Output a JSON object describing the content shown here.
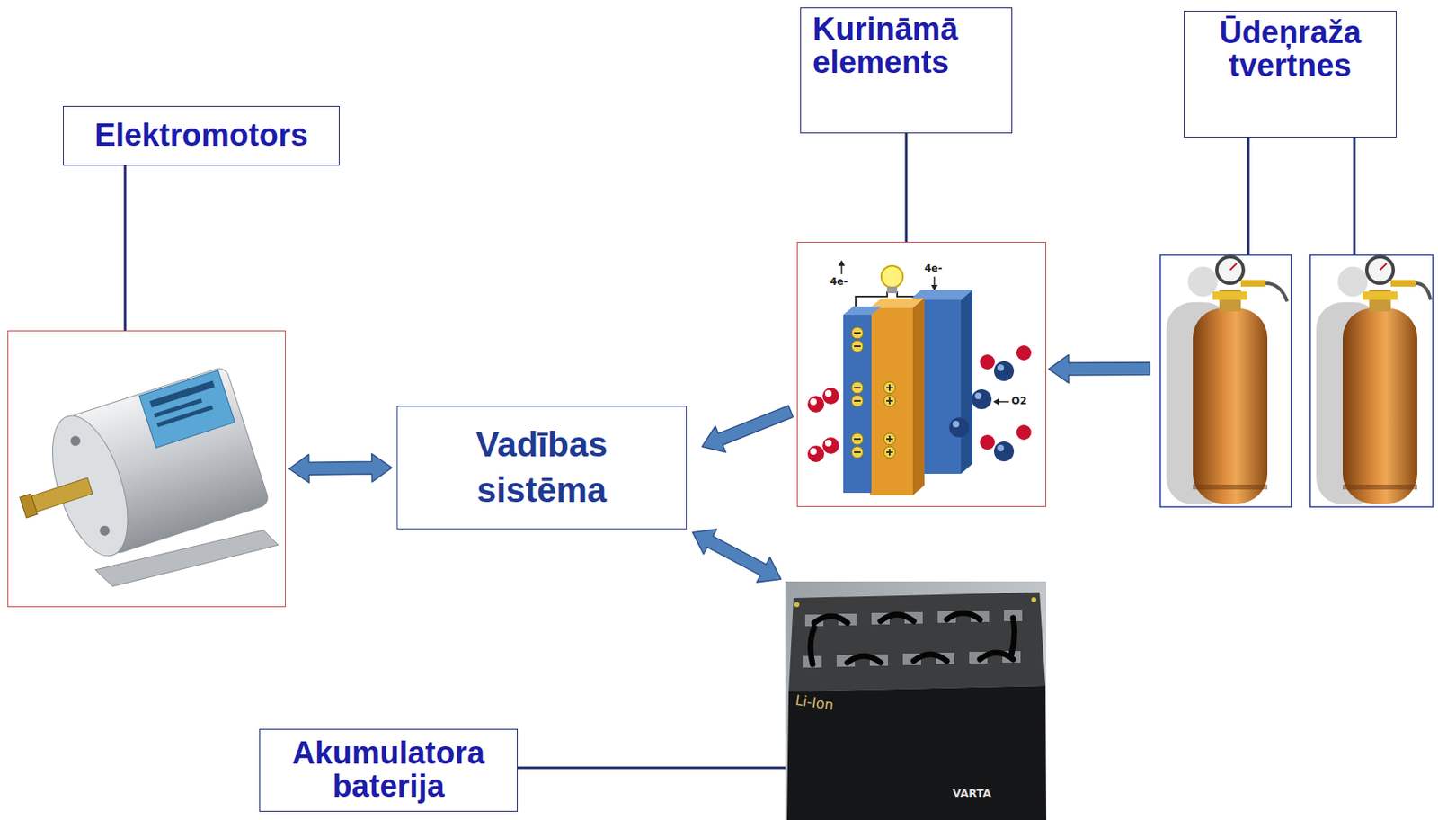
{
  "diagram": {
    "nodes": [
      {
        "text": [
          "Elektromotors"
        ]
      },
      {
        "text": [
          "Kurināmā elements"
        ]
      },
      {
        "text": [
          "Ūdeņraža tvertnes"
        ]
      },
      {
        "text": [
          "Vadības sistēma"
        ]
      },
      {
        "text": [
          "Akumulatora baterija"
        ]
      }
    ],
    "edges": [
      {
        "from": 0,
        "to": 3,
        "arrow": "both"
      },
      {
        "from": 1,
        "to": 3,
        "arrow": "to"
      },
      {
        "from": 2,
        "to": 1,
        "arrow": "to"
      },
      {
        "from": 3,
        "to": 4,
        "arrow": "both"
      }
    ],
    "labels": [
      "4e-",
      "4e-",
      "O2",
      "Li-Ion",
      "VARTA"
    ]
  }
}
